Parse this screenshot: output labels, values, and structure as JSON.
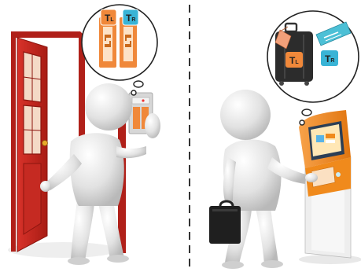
{
  "left_scene": {
    "bubble_tags": [
      {
        "label": "T",
        "subscript": "L"
      },
      {
        "label": "T",
        "subscript": "R"
      }
    ]
  },
  "right_scene": {
    "bubble_tags": [
      {
        "label": "T",
        "subscript": "L"
      },
      {
        "label": "T",
        "subscript": "R"
      }
    ]
  },
  "colors": {
    "door_red": "#c8281e",
    "door_frame": "#a81c14",
    "tag_orange": "#f0883a",
    "tag_blue": "#39b4d6",
    "kiosk_orange": "#f08a1c",
    "figure_gray": "#d9d9d9",
    "divider": "#333333"
  },
  "icons": [
    "door-icon",
    "card-reader-icon",
    "suitcase-icon",
    "boarding-pass-icon",
    "kiosk-icon",
    "briefcase-icon"
  ]
}
